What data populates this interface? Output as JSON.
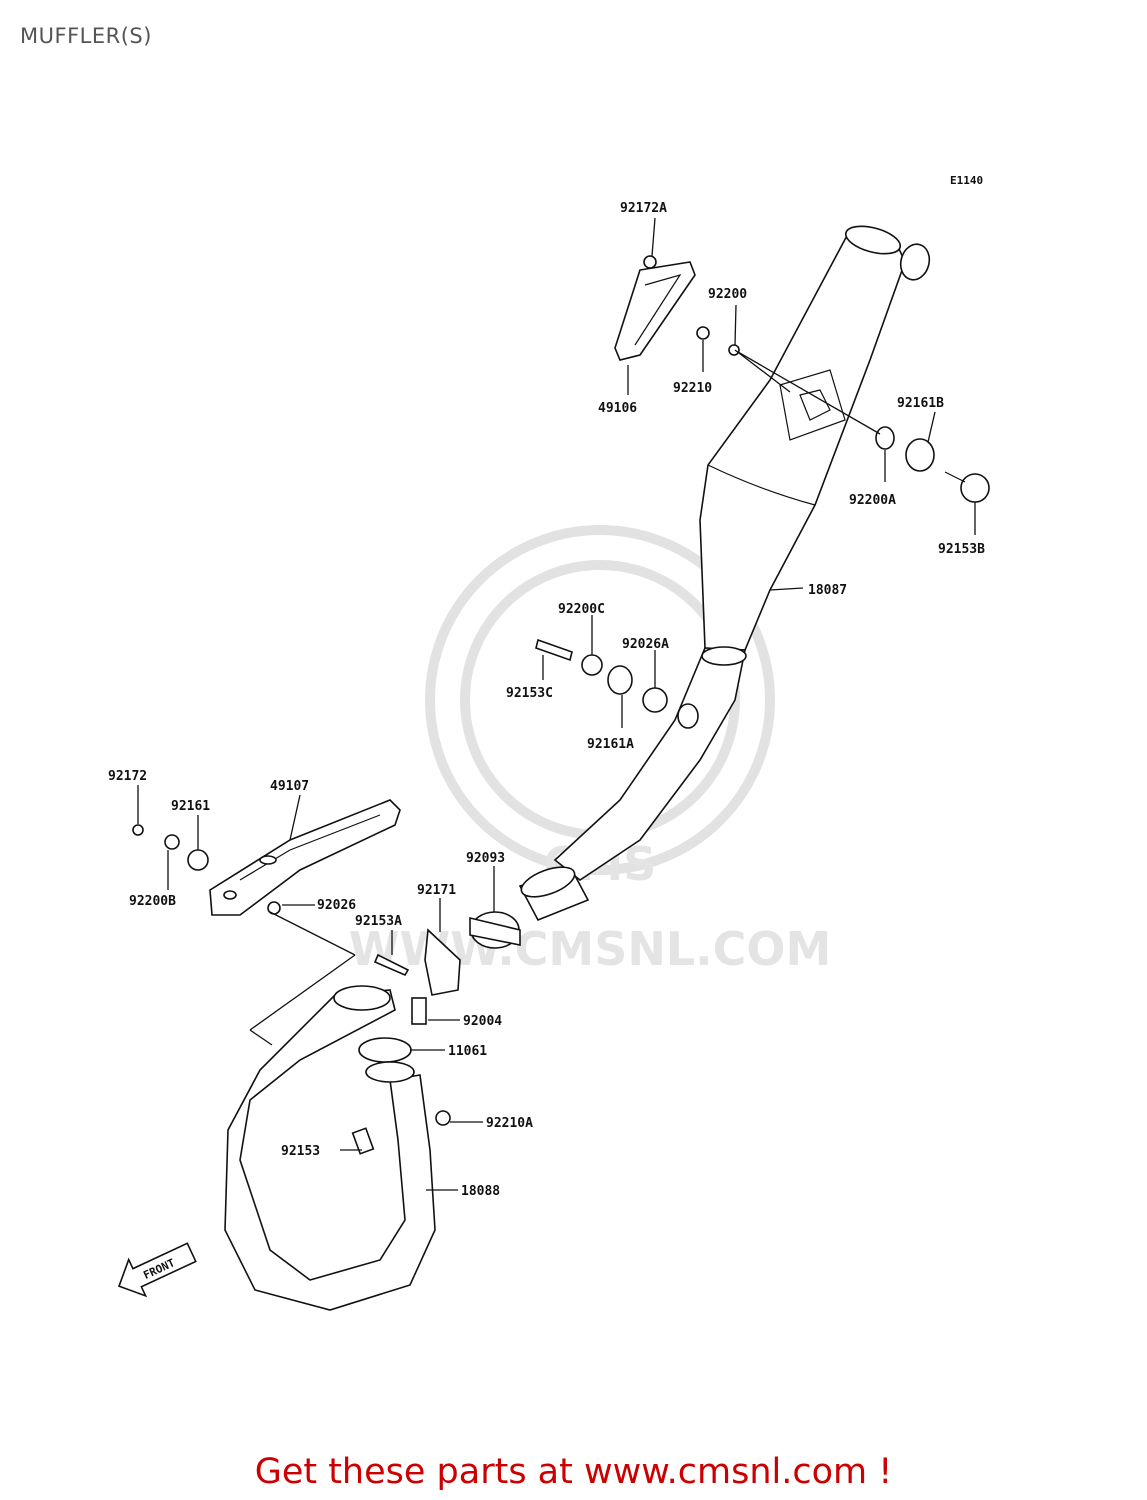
{
  "title": "MUFFLER(S)",
  "diagram_code": "E1140",
  "watermark": {
    "logo_text": "CMS",
    "url_text": "WWW.CMSNL.COM"
  },
  "front_arrow_label": "FRONT",
  "parts": {
    "p92172A": "92172A",
    "p92200": "92200",
    "p49106": "49106",
    "p92210": "92210",
    "p92161B": "92161B",
    "p92200A": "92200A",
    "p92153B": "92153B",
    "p18087": "18087",
    "p92200C": "92200C",
    "p92026A": "92026A",
    "p92153C": "92153C",
    "p92161A": "92161A",
    "p92172": "92172",
    "p92161": "92161",
    "p49107": "49107",
    "p92200B": "92200B",
    "p92026": "92026",
    "p92093": "92093",
    "p92171": "92171",
    "p92153A": "92153A",
    "p92004": "92004",
    "p11061": "11061",
    "p92210A": "92210A",
    "p92153": "92153",
    "p18088": "18088"
  },
  "footer": "Get these parts at www.cmsnl.com !"
}
